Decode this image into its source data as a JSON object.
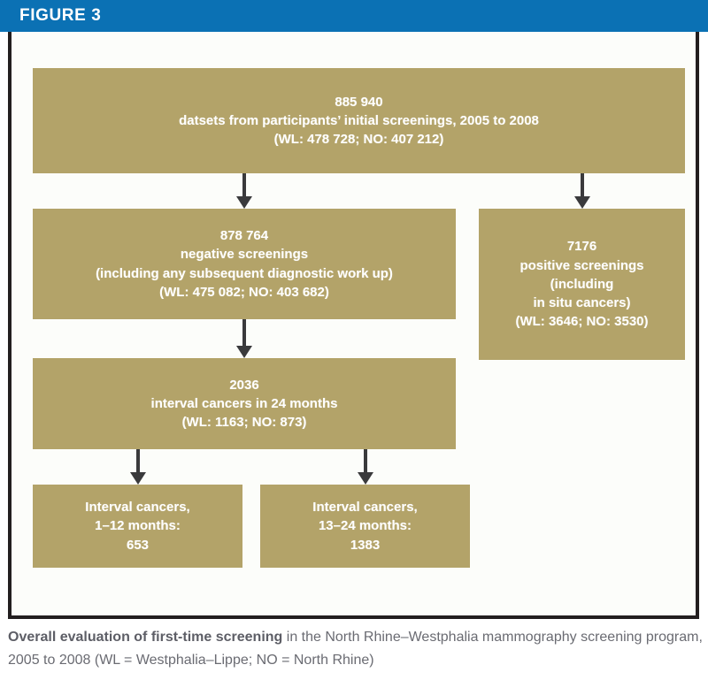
{
  "figure": {
    "label": "FIGURE 3",
    "header_color": "#0b71b4",
    "box_color": "#b3a369",
    "arrow_color": "#3a3a3c",
    "frame_color": "#221e1f"
  },
  "flow": {
    "datasets": {
      "line1": "885 940",
      "line2": "datsets from participants’ initial screenings, 2005 to 2008",
      "line3": "(WL: 478 728; NO: 407 212)"
    },
    "negative": {
      "line1": "878 764",
      "line2": "negative screenings",
      "line3": "(including any subsequent diagnostic work up)",
      "line4": "(WL: 475 082; NO: 403 682)"
    },
    "positive": {
      "line1": "7176",
      "line2": "positive screenings",
      "line3": "(including",
      "line4": "in situ cancers)",
      "line5": "(WL: 3646; NO: 3530)"
    },
    "interval": {
      "line1": "2036",
      "line2": "interval cancers in 24 months",
      "line3": "(WL: 1163; NO: 873)"
    },
    "interval_1_12": {
      "line1": "Interval cancers,",
      "line2": "1–12 months:",
      "line3": "653"
    },
    "interval_13_24": {
      "line1": "Interval cancers,",
      "line2": "13–24 months:",
      "line3": "1383"
    }
  },
  "caption": {
    "strong": "Overall evaluation of first-time screening",
    "rest": " in the North Rhine–Westphalia mammography screening program, 2005 to 2008 (WL = Westphalia–Lippe; NO = North Rhine)"
  },
  "chart_data": {
    "type": "diagram",
    "title": "Overall evaluation of first-time screening in the North Rhine–Westphalia mammography screening program, 2005 to 2008",
    "nodes": [
      {
        "id": "datasets",
        "label": "datsets from participants’ initial screenings, 2005 to 2008",
        "total": 885940,
        "WL": 478728,
        "NO": 407212
      },
      {
        "id": "negative",
        "label": "negative screenings (including any subsequent diagnostic work up)",
        "total": 878764,
        "WL": 475082,
        "NO": 403682
      },
      {
        "id": "positive",
        "label": "positive screenings (including in situ cancers)",
        "total": 7176,
        "WL": 3646,
        "NO": 3530
      },
      {
        "id": "interval",
        "label": "interval cancers in 24 months",
        "total": 2036,
        "WL": 1163,
        "NO": 873
      },
      {
        "id": "interval_1_12",
        "label": "Interval cancers, 1–12 months",
        "total": 653
      },
      {
        "id": "interval_13_24",
        "label": "Interval cancers, 13–24 months",
        "total": 1383
      }
    ],
    "edges": [
      {
        "from": "datasets",
        "to": "negative"
      },
      {
        "from": "datasets",
        "to": "positive"
      },
      {
        "from": "negative",
        "to": "interval"
      },
      {
        "from": "interval",
        "to": "interval_1_12"
      },
      {
        "from": "interval",
        "to": "interval_13_24"
      }
    ]
  }
}
